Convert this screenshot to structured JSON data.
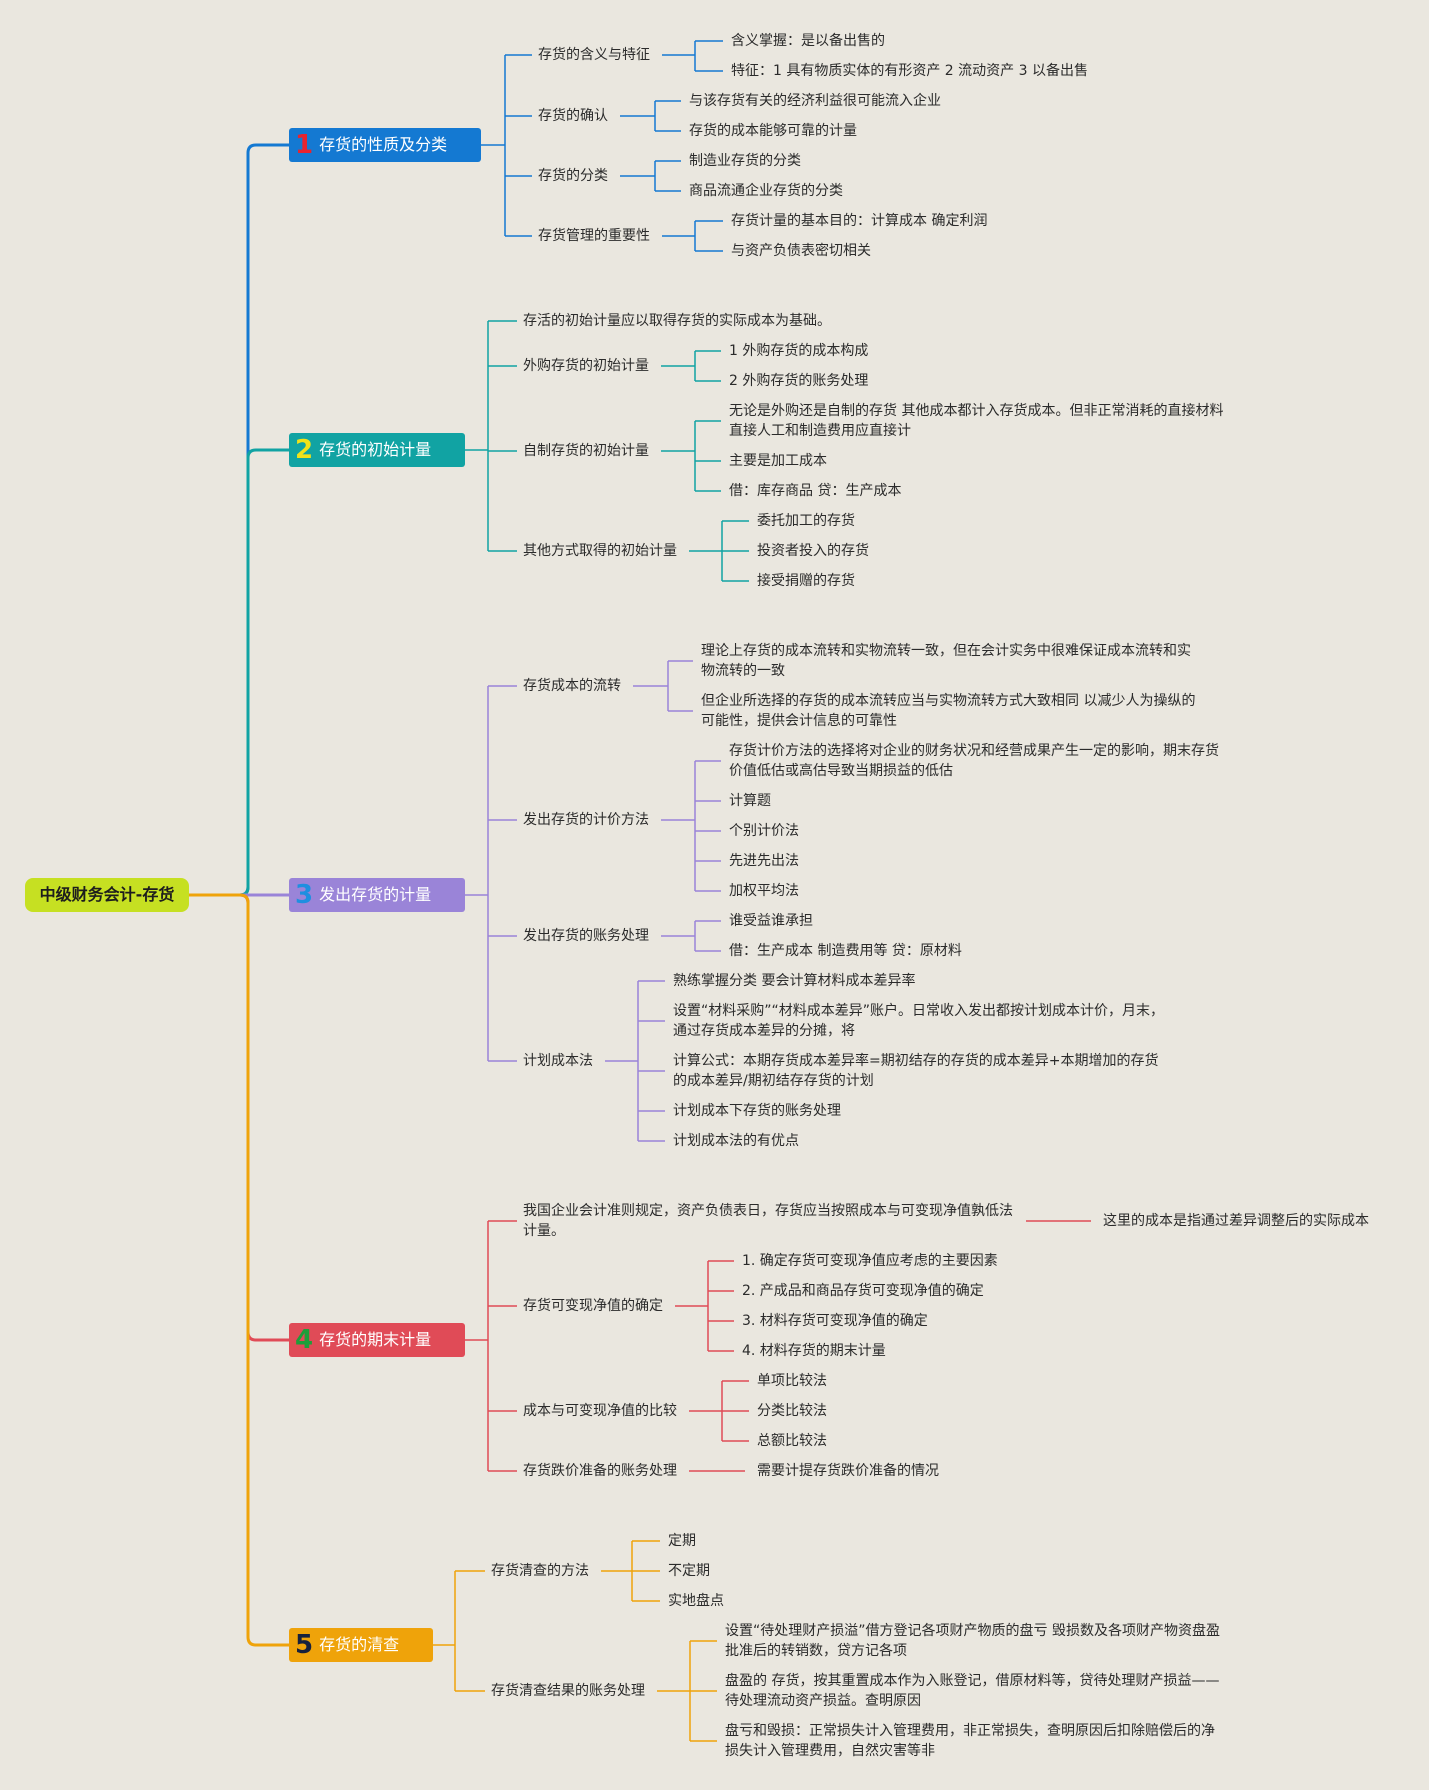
{
  "root": {
    "label": "中级财务会计-存货",
    "color": "#c6e022"
  },
  "branches": [
    {
      "num": "1",
      "label": "存货的性质及分类",
      "color": "#1479d2",
      "num_color": "#e8242f",
      "children": [
        {
          "label": "存货的含义与特征",
          "children": [
            {
              "label": "含义掌握：是以备出售的"
            },
            {
              "label": "特征：1 具有物质实体的有形资产 2 流动资产 3 以备出售"
            }
          ]
        },
        {
          "label": "存货的确认",
          "children": [
            {
              "label": "与该存货有关的经济利益很可能流入企业"
            },
            {
              "label": "存货的成本能够可靠的计量"
            }
          ]
        },
        {
          "label": "存货的分类",
          "children": [
            {
              "label": "制造业存货的分类"
            },
            {
              "label": "商品流通企业存货的分类"
            }
          ]
        },
        {
          "label": "存货管理的重要性",
          "children": [
            {
              "label": "存货计量的基本目的：计算成本 确定利润"
            },
            {
              "label": "与资产负债表密切相关"
            }
          ]
        }
      ]
    },
    {
      "num": "2",
      "label": "存货的初始计量",
      "color": "#11a3a3",
      "num_color": "#f2e21a",
      "children": [
        {
          "label": "存活的初始计量应以取得存货的实际成本为基础。"
        },
        {
          "label": "外购存货的初始计量",
          "children": [
            {
              "label": "1 外购存货的成本构成"
            },
            {
              "label": "2 外购存货的账务处理"
            }
          ]
        },
        {
          "label": "自制存货的初始计量",
          "children": [
            {
              "label": "无论是外购还是自制的存货 其他成本都计入存货成本。但非正常消耗的直接材料直接人工和制造费用应直接计"
            },
            {
              "label": "主要是加工成本"
            },
            {
              "label": "借：库存商品 贷：生产成本"
            }
          ]
        },
        {
          "label": "其他方式取得的初始计量",
          "children": [
            {
              "label": "委托加工的存货"
            },
            {
              "label": "投资者投入的存货"
            },
            {
              "label": "接受捐赠的存货"
            }
          ]
        }
      ]
    },
    {
      "num": "3",
      "label": "发出存货的计量",
      "color": "#9a84d8",
      "num_color": "#1f8fe0",
      "children": [
        {
          "label": "存货成本的流转",
          "children": [
            {
              "label": "理论上存货的成本流转和实物流转一致，但在会计实务中很难保证成本流转和实物流转的一致"
            },
            {
              "label": "但企业所选择的存货的成本流转应当与实物流转方式大致相同 以减少人为操纵的可能性，提供会计信息的可靠性"
            }
          ]
        },
        {
          "label": "发出存货的计价方法",
          "children": [
            {
              "label": "存货计价方法的选择将对企业的财务状况和经营成果产生一定的影响，期末存货价值低估或高估导致当期损益的低估"
            },
            {
              "label": "计算题"
            },
            {
              "label": "个别计价法"
            },
            {
              "label": "先进先出法"
            },
            {
              "label": "加权平均法"
            }
          ]
        },
        {
          "label": "发出存货的账务处理",
          "children": [
            {
              "label": "谁受益谁承担"
            },
            {
              "label": "借：生产成本 制造费用等 贷：原材料"
            }
          ]
        },
        {
          "label": "计划成本法",
          "children": [
            {
              "label": "熟练掌握分类 要会计算材料成本差异率"
            },
            {
              "label": "设置“材料采购”“材料成本差异”账户。日常收入发出都按计划成本计价，月末，通过存货成本差异的分摊，将"
            },
            {
              "label": "计算公式：本期存货成本差异率=期初结存的存货的成本差异+本期增加的存货的成本差异/期初结存存货的计划"
            },
            {
              "label": "计划成本下存货的账务处理"
            },
            {
              "label": "计划成本法的有优点"
            }
          ]
        }
      ]
    },
    {
      "num": "4",
      "label": "存货的期末计量",
      "color": "#e04b57",
      "num_color": "#1e9e3a",
      "children": [
        {
          "label": "我国企业会计准则规定，资产负债表日，存货应当按照成本与可变现净值孰低法计量。",
          "children": [
            {
              "label": "这里的成本是指通过差异调整后的实际成本"
            }
          ]
        },
        {
          "label": "存货可变现净值的确定",
          "children": [
            {
              "label": "1. 确定存货可变现净值应考虑的主要因素"
            },
            {
              "label": "2. 产成品和商品存货可变现净值的确定"
            },
            {
              "label": "3. 材料存货可变现净值的确定"
            },
            {
              "label": "4. 材料存货的期末计量"
            }
          ]
        },
        {
          "label": "成本与可变现净值的比较",
          "children": [
            {
              "label": "单项比较法"
            },
            {
              "label": "分类比较法"
            },
            {
              "label": "总额比较法"
            }
          ]
        },
        {
          "label": "存货跌价准备的账务处理",
          "children": [
            {
              "label": "需要计提存货跌价准备的情况"
            }
          ]
        }
      ]
    },
    {
      "num": "5",
      "label": "存货的清查",
      "color": "#efa30a",
      "num_color": "#17213d",
      "children": [
        {
          "label": "存货清查的方法",
          "children": [
            {
              "label": "定期"
            },
            {
              "label": "不定期"
            },
            {
              "label": "实地盘点"
            }
          ]
        },
        {
          "label": "存货清查结果的账务处理",
          "children": [
            {
              "label": "设置“待处理财产损溢”借方登记各项财产物质的盘亏 毁损数及各项财产物资盘盈批准后的转销数，贷方记各项"
            },
            {
              "label": "盘盈的 存货，按其重置成本作为入账登记，借原材料等，贷待处理财产损益——待处理流动资产损益。查明原因"
            },
            {
              "label": "盘亏和毁损：正常损失计入管理费用，非正常损失，查明原因后扣除赔偿后的净损失计入管理费用，自然灾害等非"
            }
          ]
        }
      ]
    }
  ]
}
